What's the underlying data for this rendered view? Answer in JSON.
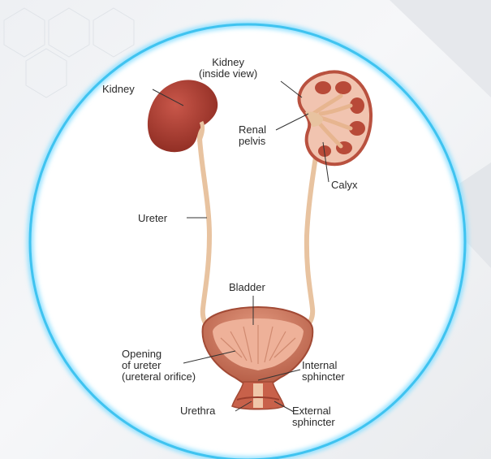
{
  "labels": {
    "kidney": "Kidney",
    "kidney_inside_view": "Kidney\n(inside view)",
    "renal_pelvis": "Renal\npelvis",
    "calyx": "Calyx",
    "ureter": "Ureter",
    "bladder": "Bladder",
    "opening_of_ureter": "Opening\nof ureter\n(ureteral orifice)",
    "internal_sphincter": "Internal\nsphincter",
    "urethra": "Urethra",
    "external_sphincter": "External\nsphincter"
  },
  "colors": {
    "ring": "#3fc3f0",
    "kidney": "#a63a2e",
    "ureter": "#e8c3a0",
    "bladder": "#c46a52"
  }
}
